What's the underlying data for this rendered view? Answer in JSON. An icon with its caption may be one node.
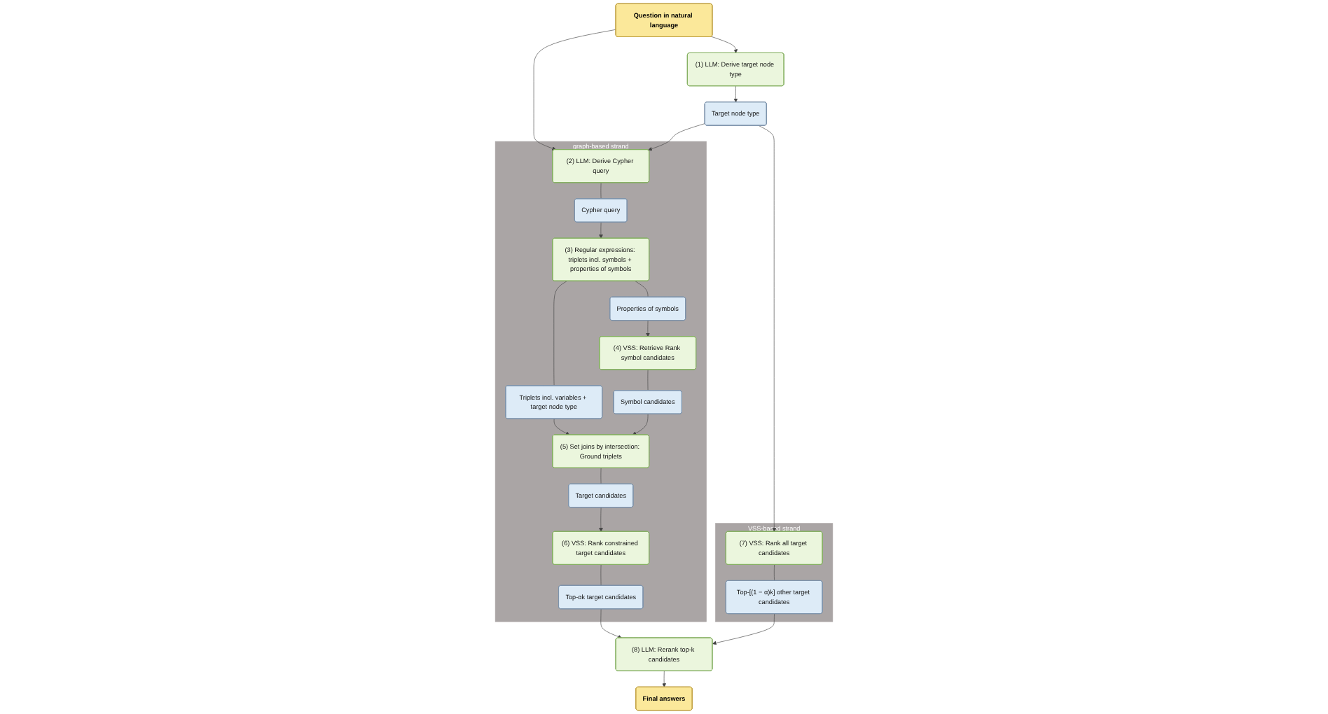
{
  "diagram": {
    "nodes": [
      {
        "text": [
          "Question in natural language"
        ]
      },
      {
        "text": [
          "(1) LLM: Derive target node type"
        ]
      },
      {
        "text": [
          "Target node type"
        ]
      },
      {
        "text": [
          "graph-based strand"
        ]
      },
      {
        "text": [
          "(2) LLM: Derive Cypher query"
        ],
        "in": 3
      },
      {
        "text": [
          "Cypher query"
        ],
        "in": 3
      },
      {
        "text": [
          "(3) Regular expressions: triplets incl. symbols + properties of symbols"
        ],
        "in": 3
      },
      {
        "text": [
          "Properties of symbols"
        ],
        "in": 3
      },
      {
        "text": [
          "(4) VSS: Retrieve Rank symbol candidates"
        ],
        "in": 3
      },
      {
        "text": [
          "VSS-based strand"
        ]
      },
      {
        "text": [
          "(7) VSS: Rank all target candidates"
        ],
        "in": 9
      },
      {
        "text": [
          "Top-[(1 − α)k] other target candidates"
        ],
        "in": 9
      },
      {
        "text": [
          "Triplets incl. variables + target node type"
        ],
        "in": 3
      },
      {
        "text": [
          "Symbol candidates"
        ],
        "in": 3
      },
      {
        "text": [
          "Top-αk target candidates"
        ],
        "in": 3
      },
      {
        "text": [
          "(8) LLM: Rerank top-k candidates"
        ]
      },
      {
        "text": [
          "(5) Set joins by intersection: Ground triplets"
        ],
        "in": 3
      },
      {
        "text": [
          "Target candidates"
        ],
        "in": 3
      },
      {
        "text": [
          "(6) VSS: Rank constrained target candidates"
        ],
        "in": 3
      },
      {
        "text": [
          "Final answers"
        ]
      }
    ],
    "edges": [
      {
        "from": 0,
        "to": 1,
        "arrow": "to"
      },
      {
        "from": 1,
        "to": 2,
        "arrow": "to"
      },
      {
        "from": 0,
        "to": 4,
        "arrow": "to"
      },
      {
        "from": 2,
        "to": 4,
        "arrow": "to"
      },
      {
        "from": 2,
        "to": 10,
        "arrow": "to"
      },
      {
        "from": 4,
        "to": 5,
        "arrow": "none"
      },
      {
        "from": 5,
        "to": 6,
        "arrow": "to"
      },
      {
        "from": 6,
        "to": 7,
        "arrow": "none"
      },
      {
        "from": 7,
        "to": 8,
        "arrow": "to"
      },
      {
        "from": 6,
        "to": 12,
        "arrow": "none"
      },
      {
        "from": 12,
        "to": 16,
        "arrow": "to"
      },
      {
        "from": 8,
        "to": 13,
        "arrow": "none"
      },
      {
        "from": 13,
        "to": 16,
        "arrow": "to"
      },
      {
        "from": 16,
        "to": 17,
        "arrow": "none"
      },
      {
        "from": 17,
        "to": 18,
        "arrow": "to"
      },
      {
        "from": 18,
        "to": 14,
        "arrow": "none"
      },
      {
        "from": 14,
        "to": 15,
        "arrow": "to"
      },
      {
        "from": 10,
        "to": 11,
        "arrow": "none"
      },
      {
        "from": 11,
        "to": 15,
        "arrow": "to"
      },
      {
        "from": 15,
        "to": 19,
        "arrow": "to"
      }
    ]
  }
}
